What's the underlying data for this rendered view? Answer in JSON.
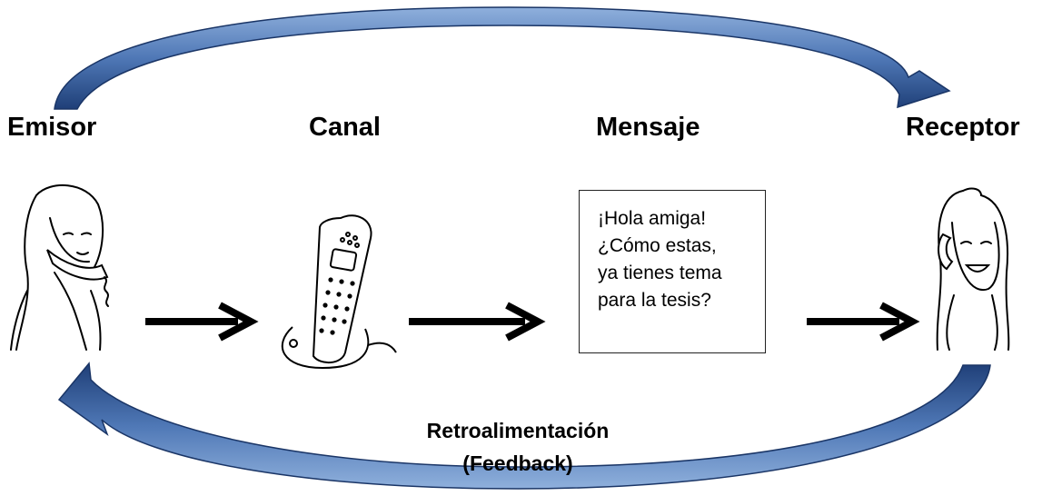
{
  "nodes": {
    "emisor": "Emisor",
    "canal": "Canal",
    "mensaje": "Mensaje",
    "receptor": "Receptor"
  },
  "message": {
    "lines": [
      "¡Hola amiga!",
      "¿Cómo estas,",
      "ya tienes tema",
      "para la tesis?"
    ]
  },
  "feedback": {
    "line1": "Retroalimentación",
    "line2": "(Feedback)"
  },
  "colors": {
    "arrow_fill_light": "#6f95c8",
    "arrow_fill_dark": "#1f3f78",
    "arrow_outline": "#1a3566"
  }
}
